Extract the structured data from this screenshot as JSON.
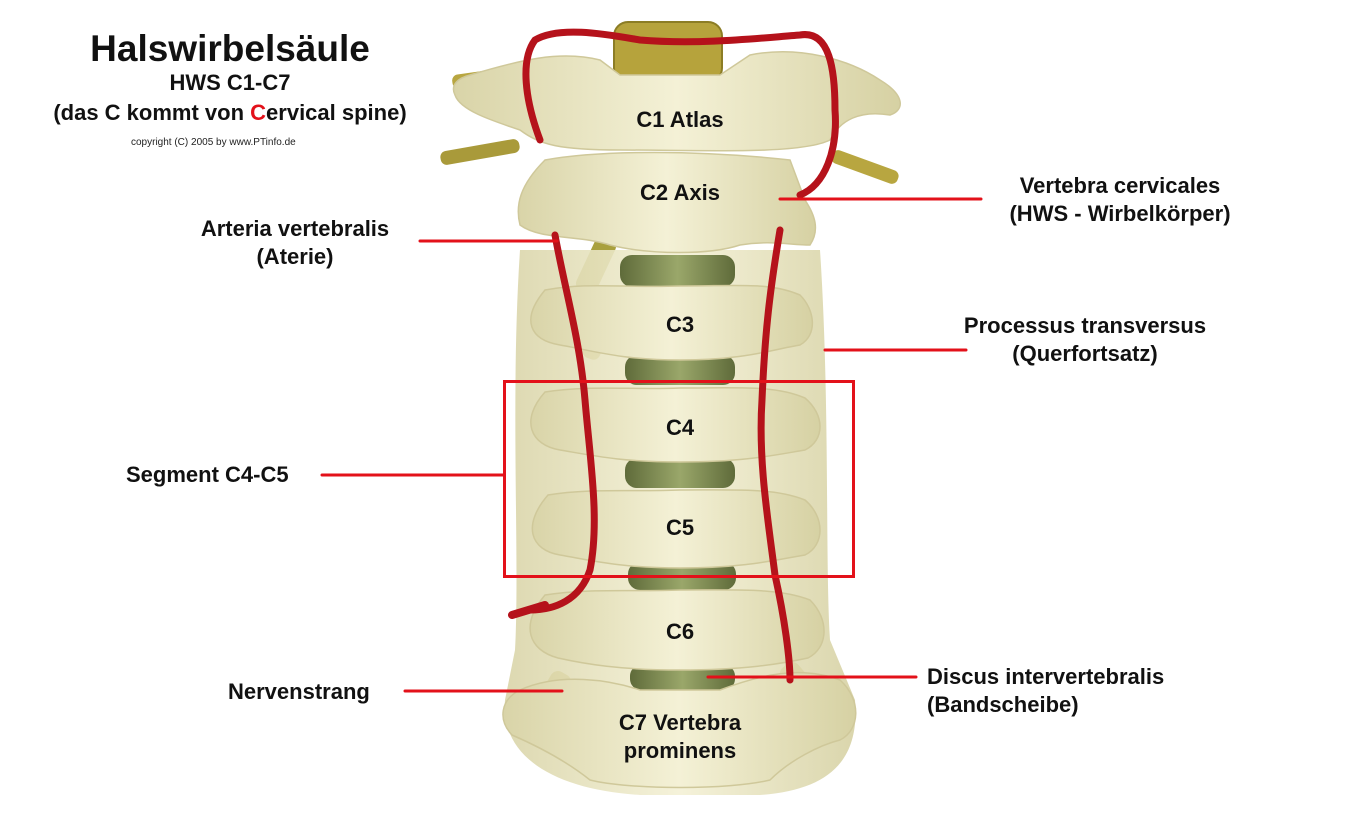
{
  "header": {
    "title": "Halswirbelsäule",
    "subtitle": "HWS C1-C7",
    "note_prefix": "(das C kommt von ",
    "note_accent": "C",
    "note_suffix": "ervical spine)",
    "copyright": "copyright (C) 2005 by www.PTinfo.de"
  },
  "vertebrae": {
    "c1": "C1 Atlas",
    "c2": "C2 Axis",
    "c3": "C3",
    "c4": "C4",
    "c5": "C5",
    "c6": "C6",
    "c7_line1": "C7 Vertebra",
    "c7_line2": "prominens"
  },
  "labels": {
    "arteria_line1": "Arteria vertebralis",
    "arteria_line2": "(Aterie)",
    "segment": "Segment C4-C5",
    "nervenstrang": "Nervenstrang",
    "vertebra_line1": "Vertebra cervicales",
    "vertebra_line2": "(HWS - Wirbelkörper)",
    "processus_line1": "Processus transversus",
    "processus_line2": "(Querfortsatz)",
    "discus_line1": "Discus intervertebralis",
    "discus_line2": "(Bandscheibe)"
  },
  "colors": {
    "accent_red": "#e3111a",
    "bone": "#ece8c6",
    "disc": "#7f8c55",
    "artery": "#b5121b",
    "nerve": "#b8a640"
  }
}
